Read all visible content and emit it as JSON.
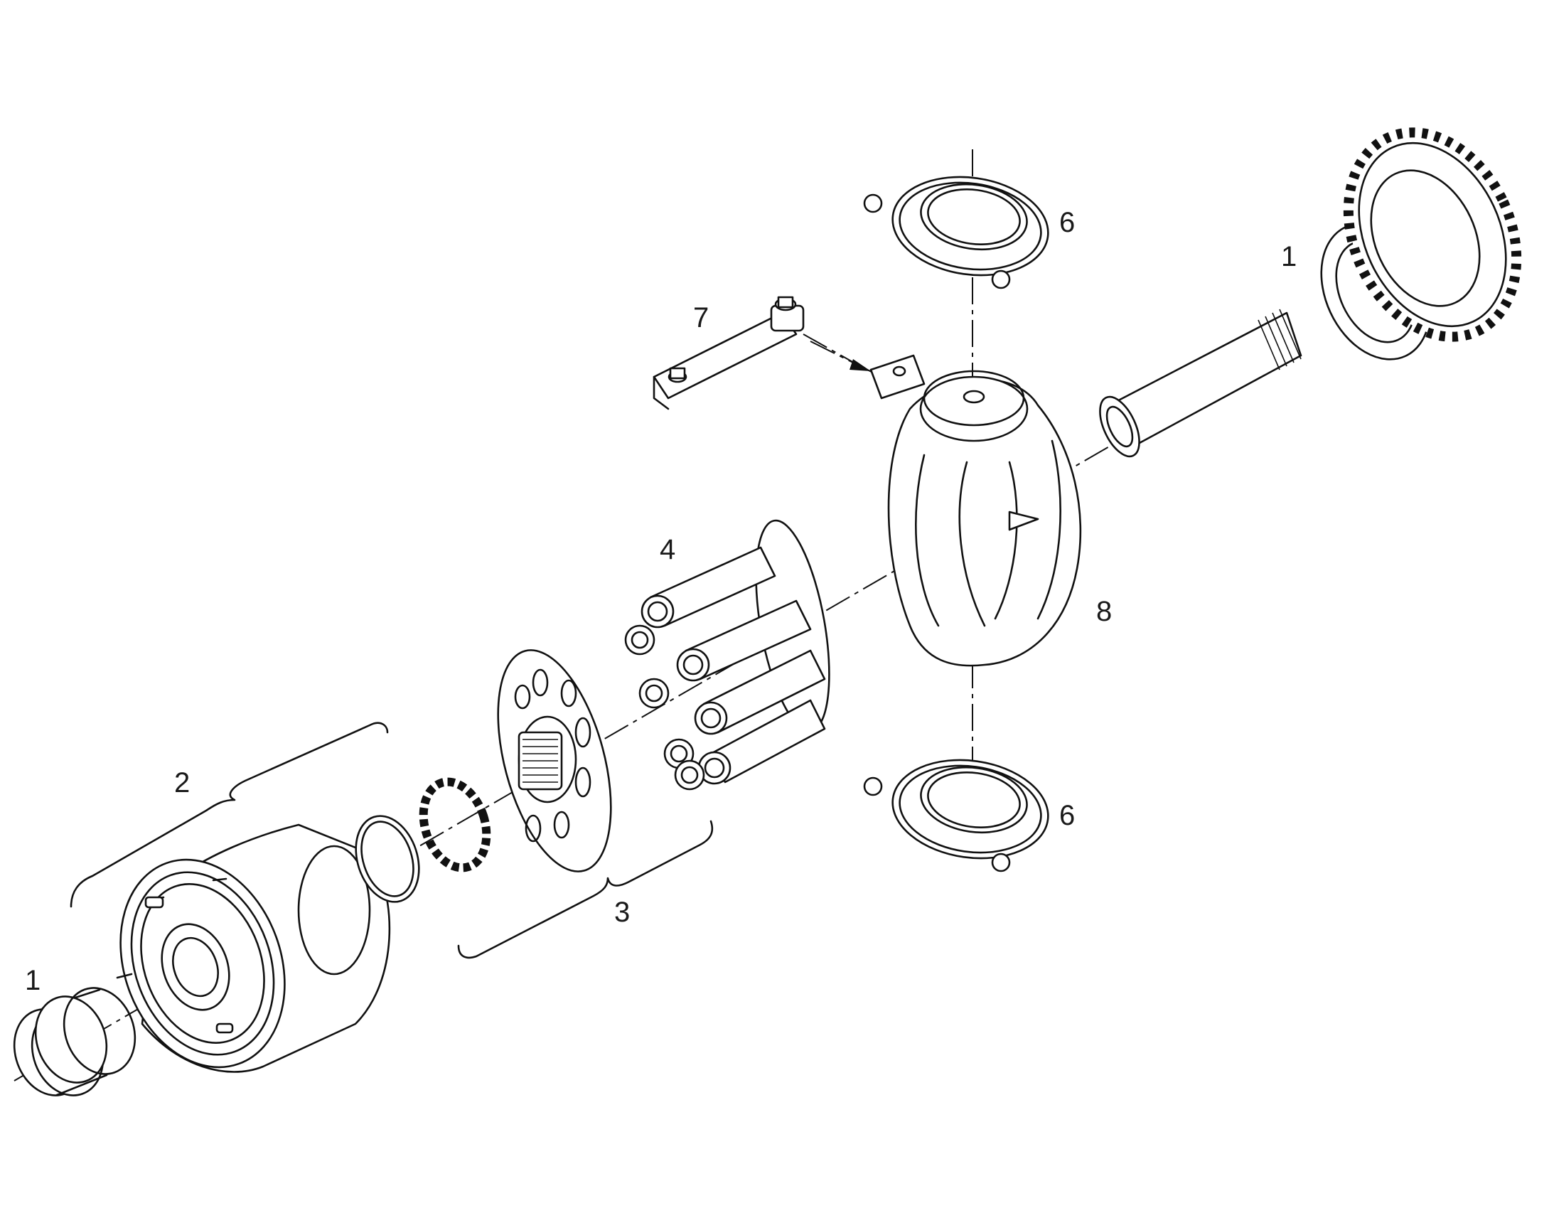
{
  "callouts": {
    "c1_left": "1",
    "c1_right": "1",
    "c2": "2",
    "c3": "3",
    "c4": "4",
    "c6_top": "6",
    "c6_bottom": "6",
    "c7": "7",
    "c8": "8"
  },
  "colors": {
    "line": "#111111",
    "background": "#ffffff"
  }
}
